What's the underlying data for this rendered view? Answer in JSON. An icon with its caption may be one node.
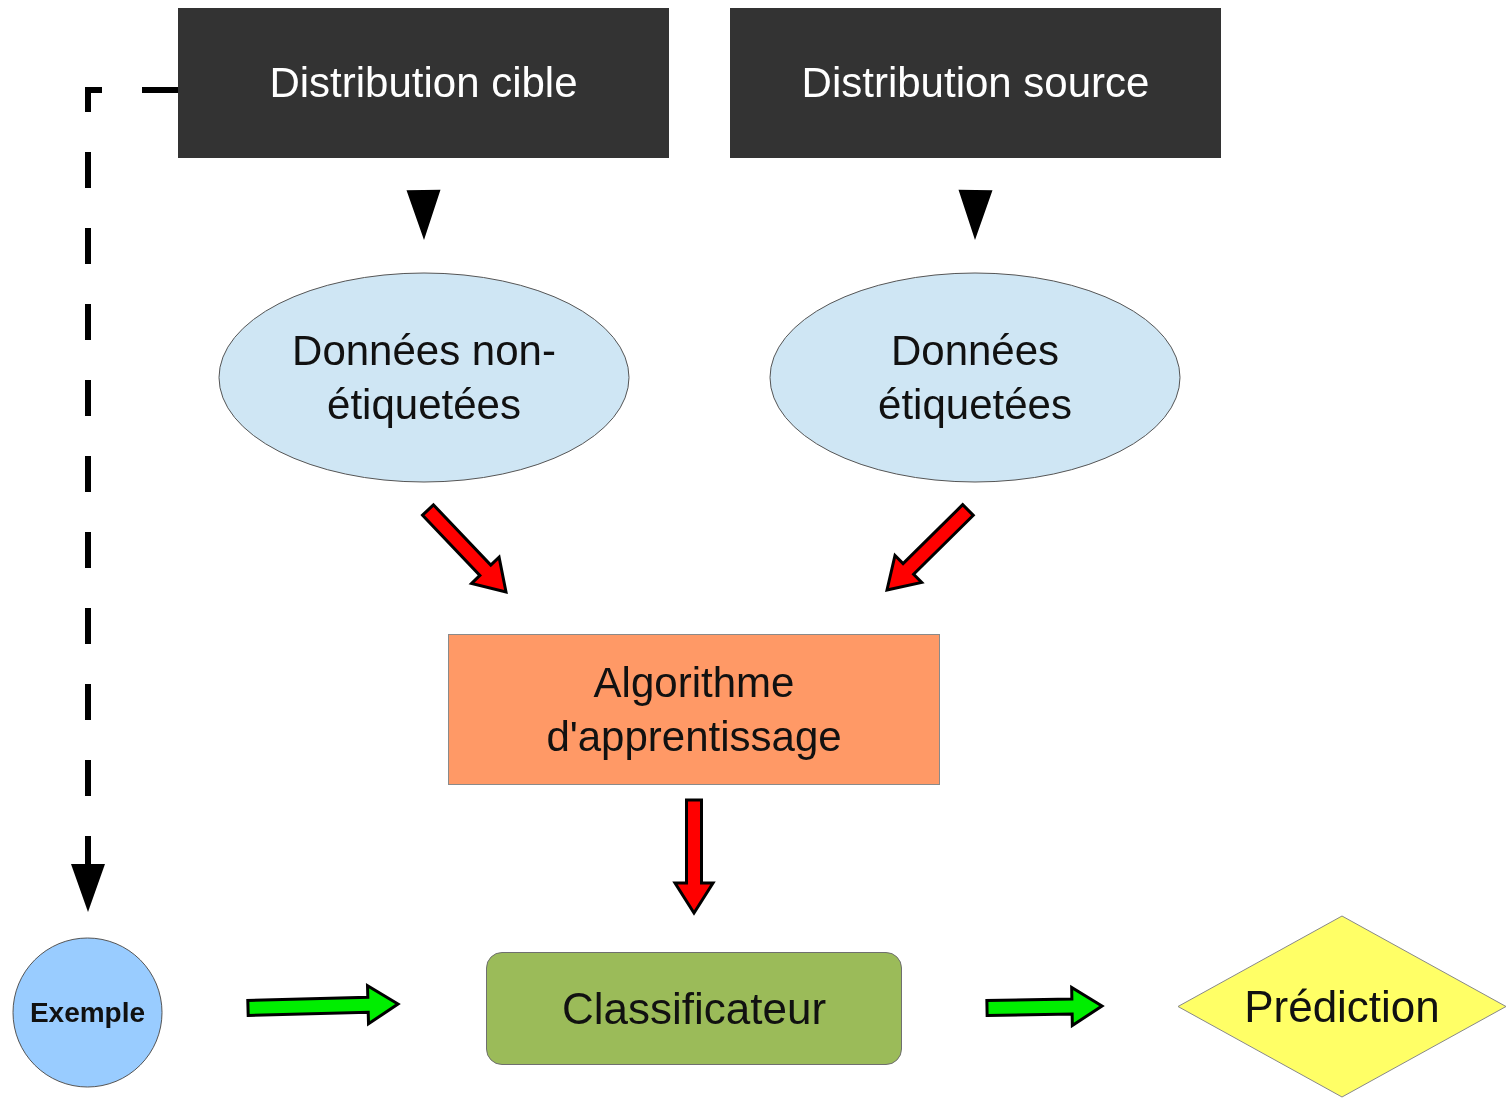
{
  "diagram": {
    "nodes": [
      {
        "text": [
          "Distribution cible"
        ]
      },
      {
        "text": [
          "Distribution source"
        ]
      },
      {
        "text": [
          "Données non-étiquetées"
        ]
      },
      {
        "text": [
          "Données étiquetées"
        ]
      },
      {
        "text": [
          "Algorithme d'apprentissage"
        ]
      },
      {
        "text": [
          "Classificateur"
        ]
      },
      {
        "text": [
          "Exemple"
        ]
      },
      {
        "text": [
          "Prédiction"
        ]
      }
    ],
    "edges": [
      {
        "from": 0,
        "to": 2,
        "arrow": "to"
      },
      {
        "from": 1,
        "to": 3,
        "arrow": "to"
      },
      {
        "from": 2,
        "to": 4,
        "arrow": "to",
        "color": "#ff0000"
      },
      {
        "from": 3,
        "to": 4,
        "arrow": "to",
        "color": "#ff0000"
      },
      {
        "from": 4,
        "to": 5,
        "arrow": "to",
        "color": "#ff0000"
      },
      {
        "from": 6,
        "to": 5,
        "arrow": "to",
        "color": "#00ee00"
      },
      {
        "from": 5,
        "to": 7,
        "arrow": "to",
        "color": "#00ee00"
      },
      {
        "from": 0,
        "to": 6,
        "arrow": "to",
        "style": "dashed"
      }
    ]
  }
}
